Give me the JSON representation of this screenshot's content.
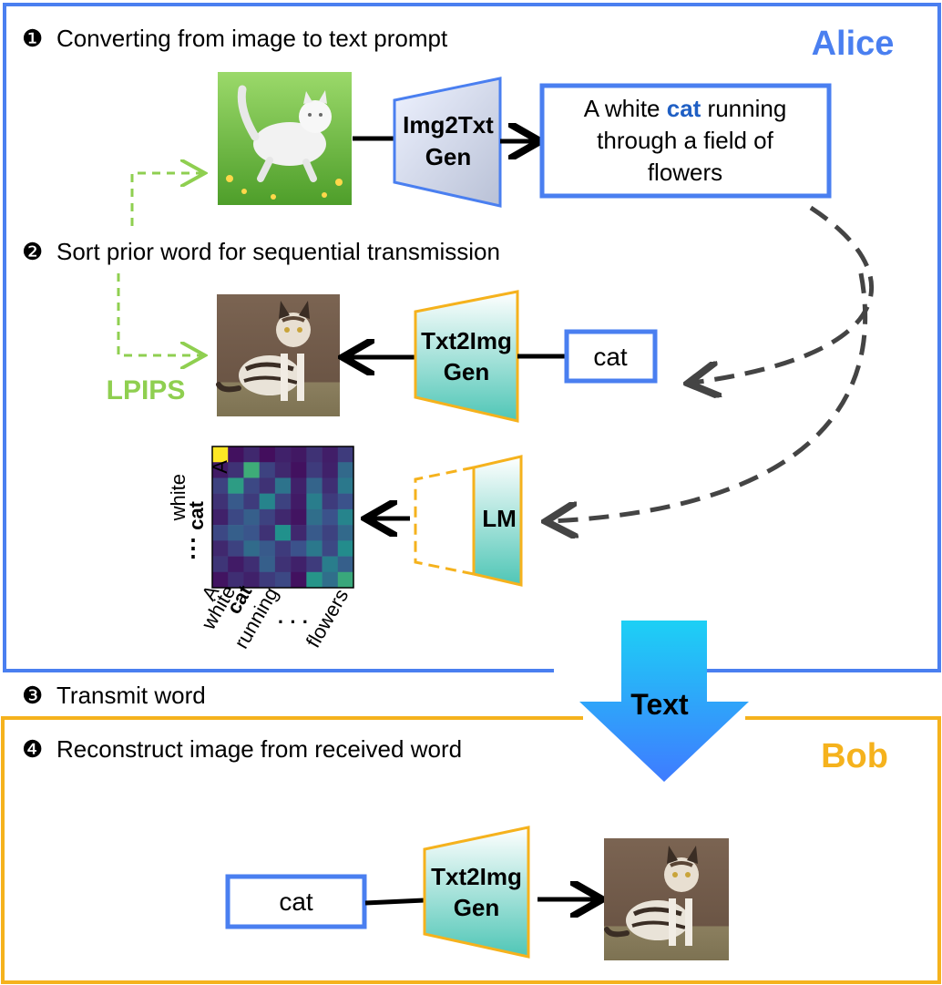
{
  "colors": {
    "alice_blue": "#4a7ff0",
    "bob_orange": "#f5b21d",
    "lpips_green": "#8fcf50",
    "cat_word_blue": "#1f5fc4",
    "arrow_dark": "#444444",
    "transmit_arrow_top": "#1dd0f5",
    "transmit_arrow_bottom": "#3f7bff"
  },
  "alice": {
    "label": "Alice",
    "step1": {
      "marker": "❶",
      "text": "Converting from image to text prompt"
    },
    "step2": {
      "marker": "❷",
      "text": "Sort prior word for sequential transmission"
    },
    "img2txt": {
      "line1": "Img2Txt",
      "line2": "Gen"
    },
    "caption": {
      "line1_before": "A white ",
      "line1_highlight": "cat",
      "line1_after": " running",
      "line2": "through a field of",
      "line3": "flowers"
    },
    "txt2img": {
      "line1": "Txt2Img",
      "line2": "Gen"
    },
    "word_box": "cat",
    "lpips": "LPIPS",
    "lm": "LM",
    "heatmap": {
      "y_labels": [
        "A",
        "white",
        "cat",
        "⋮"
      ],
      "x_labels": [
        "A",
        "white",
        "cat",
        "running",
        "· · ·",
        "flowers"
      ],
      "grid": [
        [
          1.0,
          0.05,
          0.12,
          0.04,
          0.1,
          0.07,
          0.15,
          0.09,
          0.18
        ],
        [
          0.08,
          0.15,
          0.62,
          0.2,
          0.12,
          0.05,
          0.18,
          0.1,
          0.34
        ],
        [
          0.2,
          0.55,
          0.22,
          0.15,
          0.38,
          0.1,
          0.32,
          0.14,
          0.4
        ],
        [
          0.15,
          0.28,
          0.18,
          0.45,
          0.2,
          0.08,
          0.42,
          0.18,
          0.25
        ],
        [
          0.1,
          0.22,
          0.3,
          0.2,
          0.12,
          0.06,
          0.36,
          0.25,
          0.45
        ],
        [
          0.22,
          0.3,
          0.26,
          0.15,
          0.5,
          0.12,
          0.28,
          0.2,
          0.34
        ],
        [
          0.12,
          0.2,
          0.35,
          0.28,
          0.18,
          0.25,
          0.4,
          0.22,
          0.48
        ],
        [
          0.16,
          0.08,
          0.14,
          0.3,
          0.15,
          0.1,
          0.18,
          0.42,
          0.3
        ],
        [
          0.06,
          0.14,
          0.1,
          0.18,
          0.22,
          0.05,
          0.52,
          0.36,
          0.6
        ]
      ]
    }
  },
  "transmit": {
    "marker": "❸",
    "text": "Transmit word",
    "arrow_label": "Text"
  },
  "bob": {
    "label": "Bob",
    "step4": {
      "marker": "❹",
      "text": "Reconstruct image from received word"
    },
    "word_box": "cat",
    "txt2img": {
      "line1": "Txt2Img",
      "line2": "Gen"
    }
  }
}
